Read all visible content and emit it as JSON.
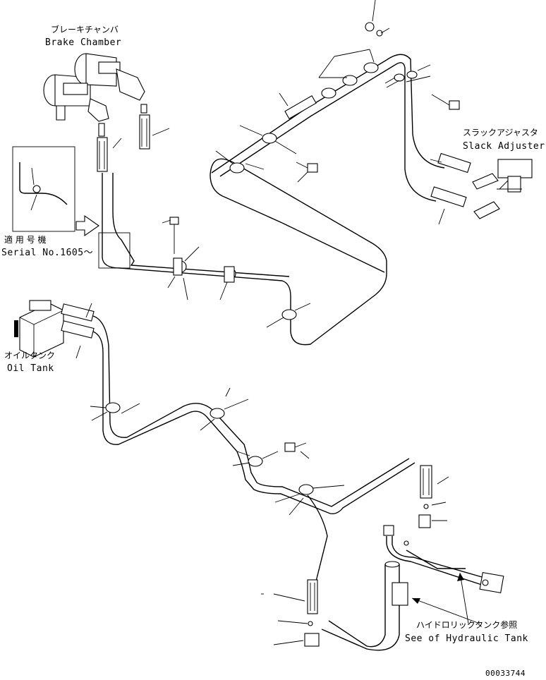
{
  "labels": {
    "brake_chamber_jp": "ブレーキチャンバ",
    "brake_chamber_en": "Brake Chamber",
    "slack_adjuster_jp": "スラックアジャスタ",
    "slack_adjuster_en": "Slack Adjuster",
    "serial_jp": "適 用 号 機",
    "serial_en": "Serial No.1605～",
    "oil_tank_jp": "オイルタンク",
    "oil_tank_en": "Oil Tank",
    "hydraulic_tank_jp": "ハイドロリックタンク参照",
    "hydraulic_tank_en": "See of Hydraulic Tank",
    "drawing_number": "00033744"
  }
}
